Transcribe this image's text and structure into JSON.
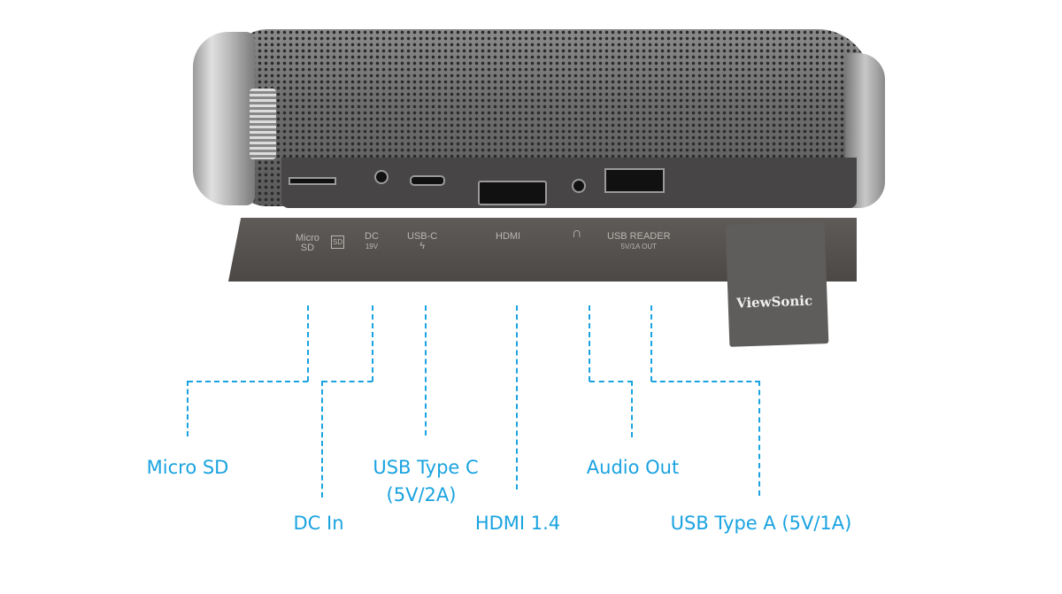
{
  "device_panel": {
    "micro_sd": "Micro\nSD",
    "sd_icon": "SD",
    "dc": "DC",
    "dc_sub": "19V",
    "usb_c": "USB-C",
    "usb_c_icon": "lightning-icon",
    "hdmi": "HDMI",
    "audio_icon": "headphones-icon",
    "usb_reader": "USB READER",
    "usb_reader_sub": "5V/1A OUT",
    "brand": "ViewSonic"
  },
  "callouts": {
    "micro_sd": "Micro SD",
    "dc_in": "DC In",
    "usb_type_c": "USB Type C",
    "usb_type_c_spec": "(5V/2A)",
    "hdmi": "HDMI 1.4",
    "audio_out": "Audio Out",
    "usb_type_a": "USB Type A (5V/1A)"
  },
  "colors": {
    "accent": "#1aa3e0"
  }
}
